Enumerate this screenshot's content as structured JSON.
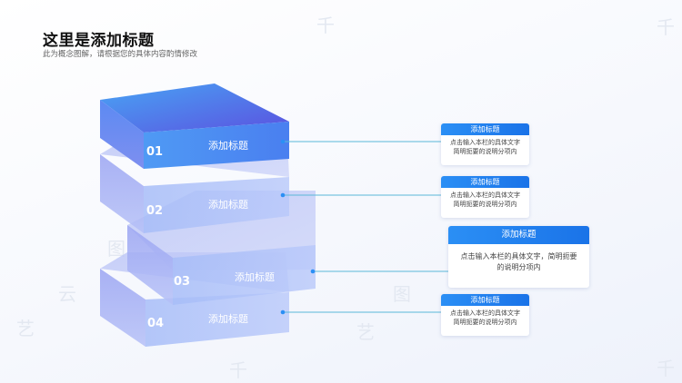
{
  "header": {
    "title": "这里是添加标题",
    "subtitle": "此为概念图解，请根据您的具体内容酌情修改"
  },
  "layers": [
    {
      "number": "01",
      "label": "添加标题"
    },
    {
      "number": "02",
      "label": "添加标题"
    },
    {
      "number": "03",
      "label": "添加标题"
    },
    {
      "number": "04",
      "label": "添加标题"
    }
  ],
  "cards": [
    {
      "title": "添加标题",
      "body_line1": "点击输入本栏的具体文字",
      "body_line2": "简明扼要的说明分项内"
    },
    {
      "title": "添加标题",
      "body_line1": "点击输入本栏的具体文字",
      "body_line2": "简明扼要的说明分项内"
    },
    {
      "title": "添加标题",
      "body_line1": "点击输入本栏的具体文字，简明扼要",
      "body_line2": "的说明分项内"
    },
    {
      "title": "添加标题",
      "body_line1": "点击输入本栏的具体文字",
      "body_line2": "简明扼要的说明分项内"
    }
  ],
  "watermark": [
    "千",
    "图",
    "云",
    "艺",
    "千",
    "图",
    "千",
    "艺",
    "千"
  ],
  "colors": {
    "accent": "#1a73e8",
    "connector": "#5ab8d8",
    "slab_top": "#6a7ef0",
    "slab_light": "#aab5f5"
  }
}
